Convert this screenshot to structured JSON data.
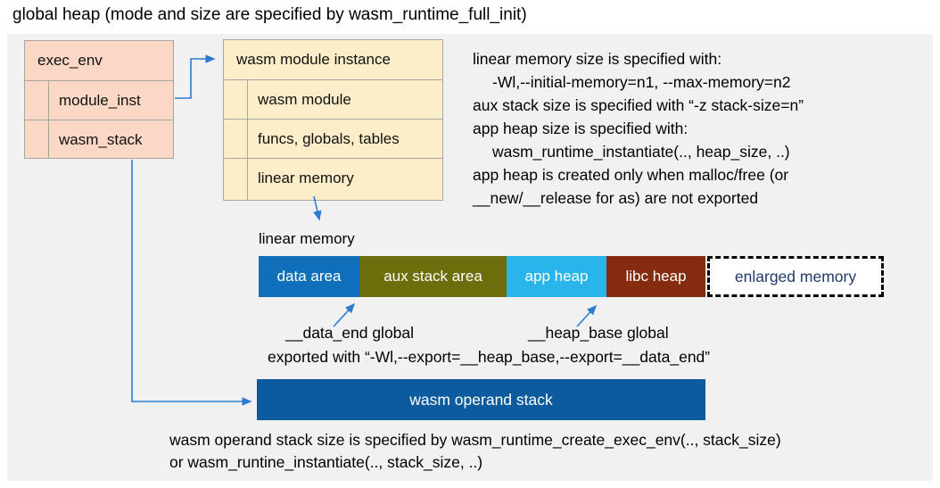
{
  "title": "global heap (mode and size are specified by wasm_runtime_full_init)",
  "exec_env_box": {
    "header": "exec_env",
    "rows": [
      "module_inst",
      "wasm_stack"
    ]
  },
  "module_instance_box": {
    "header": "wasm module instance",
    "rows": [
      "wasm module",
      "funcs, globals, tables",
      "linear memory"
    ]
  },
  "notes_top": {
    "lines": [
      "linear memory size is specified with:",
      "-Wl,--initial-memory=n1, --max-memory=n2",
      "aux stack size is specified with “-z stack-size=n”",
      "app heap size is specified with:",
      "wasm_runtime_instantiate(.., heap_size, ..)",
      "app heap is created only when malloc/free (or",
      "__new/__release for as) are not exported"
    ]
  },
  "linear_memory": {
    "label": "linear memory",
    "segments": [
      {
        "label": "data area",
        "color": "#0f6fba"
      },
      {
        "label": "aux stack area",
        "color": "#6c6e0b"
      },
      {
        "label": "app heap",
        "color": "#2ab4ec"
      },
      {
        "label": "libc heap",
        "color": "#842b10"
      },
      {
        "label": "enlarged memory",
        "color": "#ffffff",
        "border": "dashed",
        "text_color": "#1e3a6e"
      }
    ]
  },
  "globals": {
    "data_end_label": "__data_end global",
    "heap_base_label": "__heap_base global",
    "export_note": "exported with “-Wl,--export=__heap_base,--export=__data_end”"
  },
  "operand_stack": {
    "label": "wasm operand stack",
    "color": "#0b5b9e"
  },
  "notes_bottom": {
    "lines": [
      "wasm operand stack size is specified by wasm_runtime_create_exec_env(.., stack_size)",
      "or wasm_runtine_instantiate(.., stack_size, ..)"
    ]
  },
  "colors": {
    "panel_bg": "#f1f1f1",
    "struct_fill": "#fbd7c5",
    "module_fill": "#fdeeca",
    "box_border": "#a6a6a6",
    "arrow": "#2e7ad1"
  }
}
